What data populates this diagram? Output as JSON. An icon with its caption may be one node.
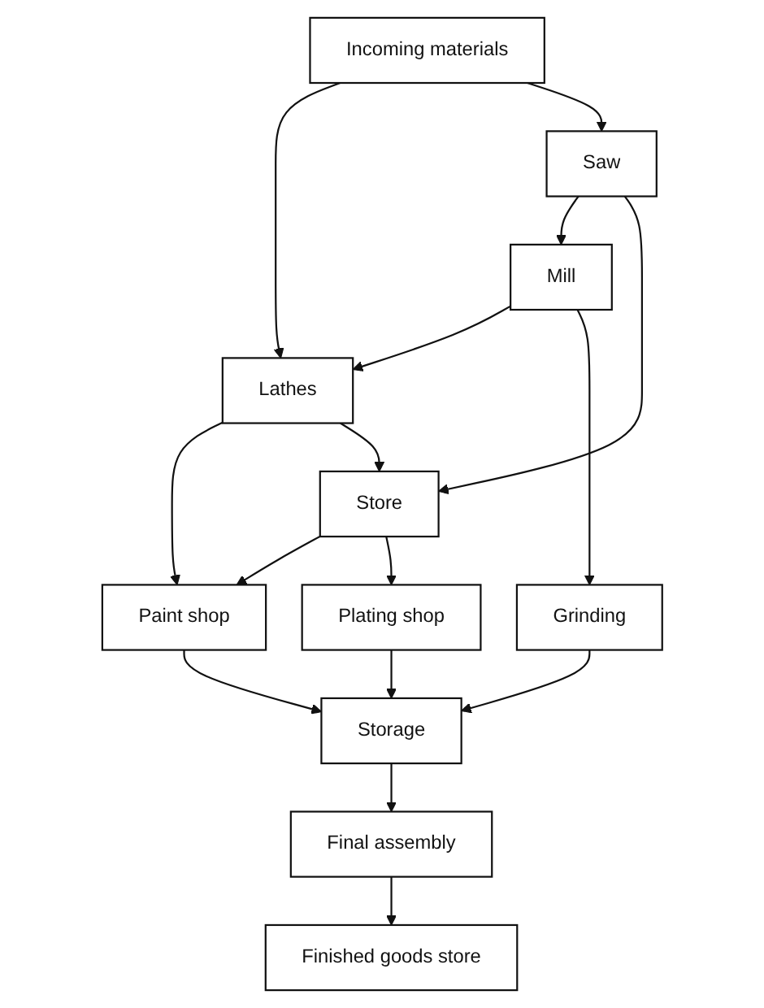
{
  "diagram": {
    "nodes": [
      {
        "text": [
          "Incoming materials"
        ]
      },
      {
        "text": [
          "Paint shop"
        ]
      },
      {
        "text": [
          "Storage"
        ]
      },
      {
        "text": [
          "Lathes"
        ]
      },
      {
        "text": [
          "Plating shop"
        ]
      },
      {
        "text": [
          "Grinding"
        ]
      },
      {
        "text": [
          "Mill"
        ]
      },
      {
        "text": [
          "Store"
        ]
      },
      {
        "text": [
          "Final assembly"
        ]
      },
      {
        "text": [
          "Saw"
        ]
      },
      {
        "text": [
          "Finished goods store"
        ]
      }
    ],
    "edges": [
      {
        "from": 0,
        "to": 3,
        "arrow": "to"
      },
      {
        "from": 0,
        "to": 9,
        "arrow": "to"
      },
      {
        "from": 9,
        "to": 6,
        "arrow": "to"
      },
      {
        "from": 9,
        "to": 7,
        "arrow": "to"
      },
      {
        "from": 6,
        "to": 3,
        "arrow": "to"
      },
      {
        "from": 6,
        "to": 5,
        "arrow": "to"
      },
      {
        "from": 3,
        "to": 1,
        "arrow": "to"
      },
      {
        "from": 3,
        "to": 7,
        "arrow": "to"
      },
      {
        "from": 7,
        "to": 1,
        "arrow": "to"
      },
      {
        "from": 7,
        "to": 4,
        "arrow": "to"
      },
      {
        "from": 4,
        "to": 2,
        "arrow": "to"
      },
      {
        "from": 1,
        "to": 2,
        "arrow": "to"
      },
      {
        "from": 5,
        "to": 2,
        "arrow": "to"
      },
      {
        "from": 2,
        "to": 8,
        "arrow": "to"
      },
      {
        "from": 8,
        "to": 10,
        "arrow": "to"
      }
    ]
  }
}
